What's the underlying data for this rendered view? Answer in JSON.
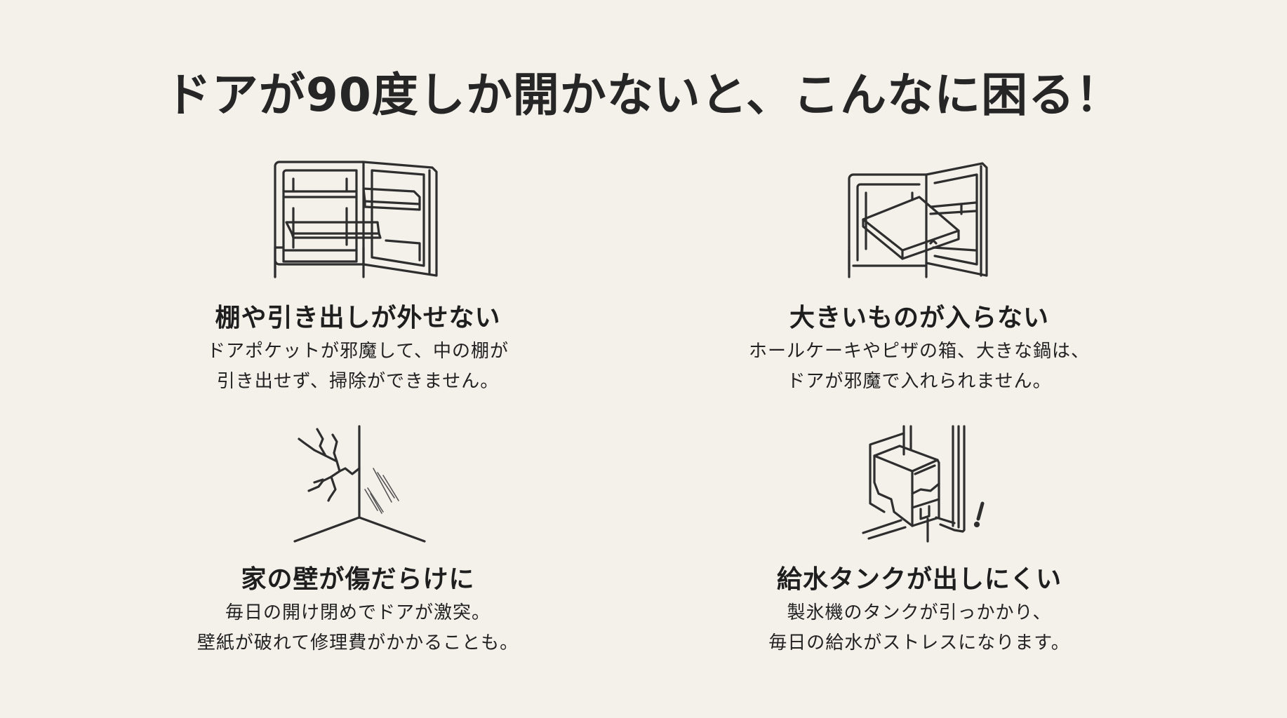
{
  "title": "ドアが90度しか開かないと、こんなに困る！",
  "colors": {
    "background": "#f4f1eb",
    "text": "#1c1c1c",
    "line_art": "#2e2e2e"
  },
  "panels": [
    {
      "icon": "fridge-shelf-icon",
      "heading": "棚や引き出しが外せない",
      "lines": [
        "ドアポケットが邪魔して、中の棚が",
        "引き出せず、掃除ができません。"
      ]
    },
    {
      "icon": "fridge-pizza-box-icon",
      "heading": "大きいものが入らない",
      "lines": [
        "ホールケーキやピザの箱、大きな鍋は、",
        "ドアが邪魔で入れられません。"
      ]
    },
    {
      "icon": "cracked-wall-icon",
      "heading": "家の壁が傷だらけに",
      "lines": [
        "毎日の開け閉めでドアが激突。",
        "壁紙が破れて修理費がかかることも。"
      ]
    },
    {
      "icon": "water-tank-icon",
      "heading": "給水タンクが出しにくい",
      "lines": [
        "製氷機のタンクが引っかかり、",
        "毎日の給水がストレスになります。"
      ]
    }
  ]
}
